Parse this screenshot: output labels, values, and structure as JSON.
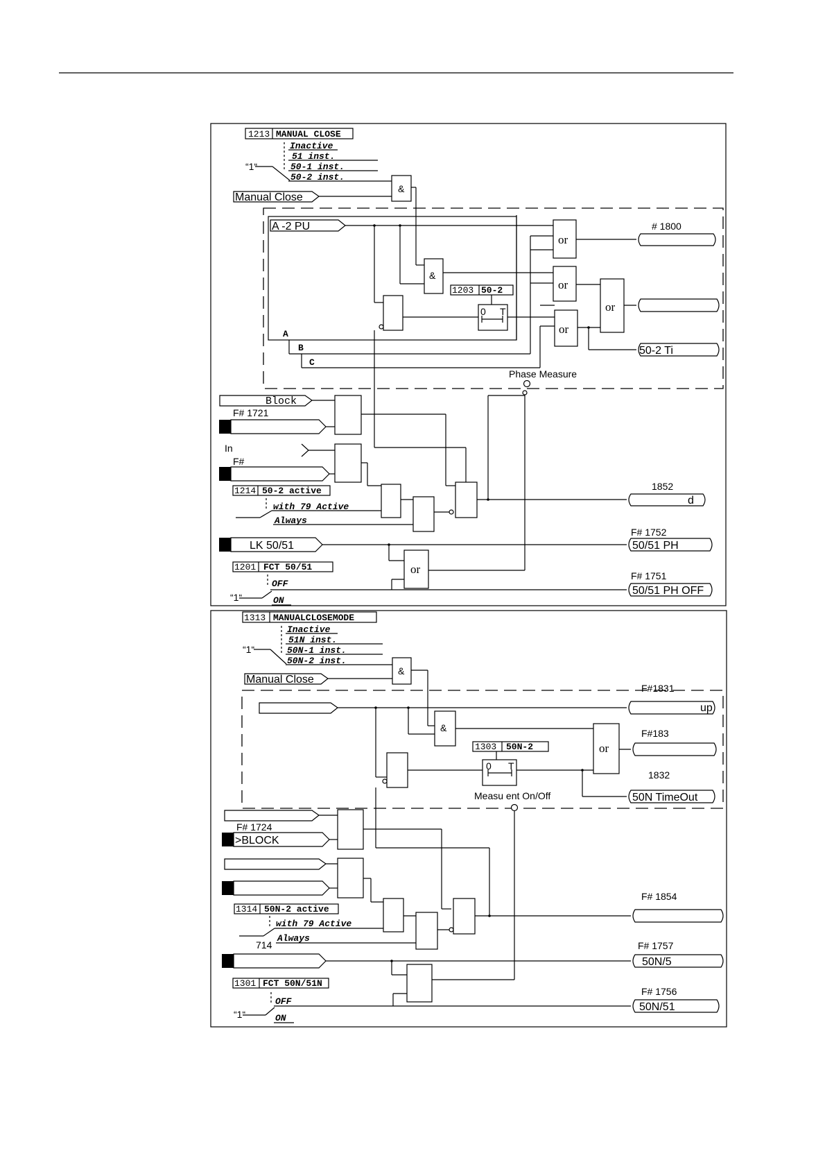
{
  "header_rule": true,
  "upper": {
    "manual_close_param": {
      "number": "1213",
      "name": "MANUAL CLOSE",
      "options": [
        "Inactive",
        "51 inst.",
        "50-1 inst.",
        "50-2 inst."
      ],
      "one_label": "“1“"
    },
    "manual_close_input": "Manual Close",
    "pickup_input": "A      -2  PU",
    "phase_labels": [
      "A",
      "B",
      "C"
    ],
    "timer_param": {
      "number": "1203",
      "name": "50-2",
      "zero": "0",
      "t": "T"
    },
    "gate_and": "&",
    "gate_or": "or",
    "output_1800_label": "# 1800",
    "output_time_text": "50-2 Ti",
    "phase_measure": "Phase Measure",
    "block_input": "Block",
    "f1721": "F# 1721",
    "in_label": "In",
    "f_label": "F#",
    "active_param": {
      "number": "1214",
      "name": "50-2 active",
      "options": [
        "with 79 Active",
        "Always"
      ]
    },
    "out_1852_label": "1852",
    "out_1852_text": "d",
    "lk_input": "LK 50/51",
    "fct_param": {
      "number": "1201",
      "name": "FCT 50/51",
      "options": [
        "OFF",
        "ON"
      ],
      "one_label": "“1“"
    },
    "f1752": "F# 1752",
    "out_1752_text": "50/51 PH",
    "f1751": "F# 1751",
    "out_1751_text": "50/51 PH OFF"
  },
  "lower": {
    "manual_close_param": {
      "number": "1313",
      "name": "MANUALCLOSEMODE",
      "options": [
        "Inactive",
        "51N inst.",
        "50N-1 inst.",
        "50N-2 inst."
      ],
      "one_label": "“1“"
    },
    "manual_close_input": "Manual Close",
    "f1831": "F#1831",
    "out_1831_text": "up",
    "timer_param": {
      "number": "1303",
      "name": "50N-2",
      "zero": "0",
      "t": "T"
    },
    "gate_and": "&",
    "gate_or": "or",
    "f183": "F#183",
    "label_1832": "1832",
    "out_1832_text": "50N    TimeOut",
    "measurement": "Measu       ent On/Off",
    "f1724": "F# 1724",
    "block_input": ">BLOCK",
    "active_param": {
      "number": "1314",
      "name": "50N-2 active",
      "options": [
        "with 79 Active",
        "Always"
      ]
    },
    "f1854": "F# 1854",
    "label_714": "714",
    "f1757": "F# 1757",
    "out_1757_text": "50N/5",
    "fct_param": {
      "number": "1301",
      "name": "FCT 50N/51N",
      "options": [
        "OFF",
        "ON"
      ],
      "one_label": "“1“"
    },
    "f1756": "F# 1756",
    "out_1756_text": "50N/51"
  }
}
